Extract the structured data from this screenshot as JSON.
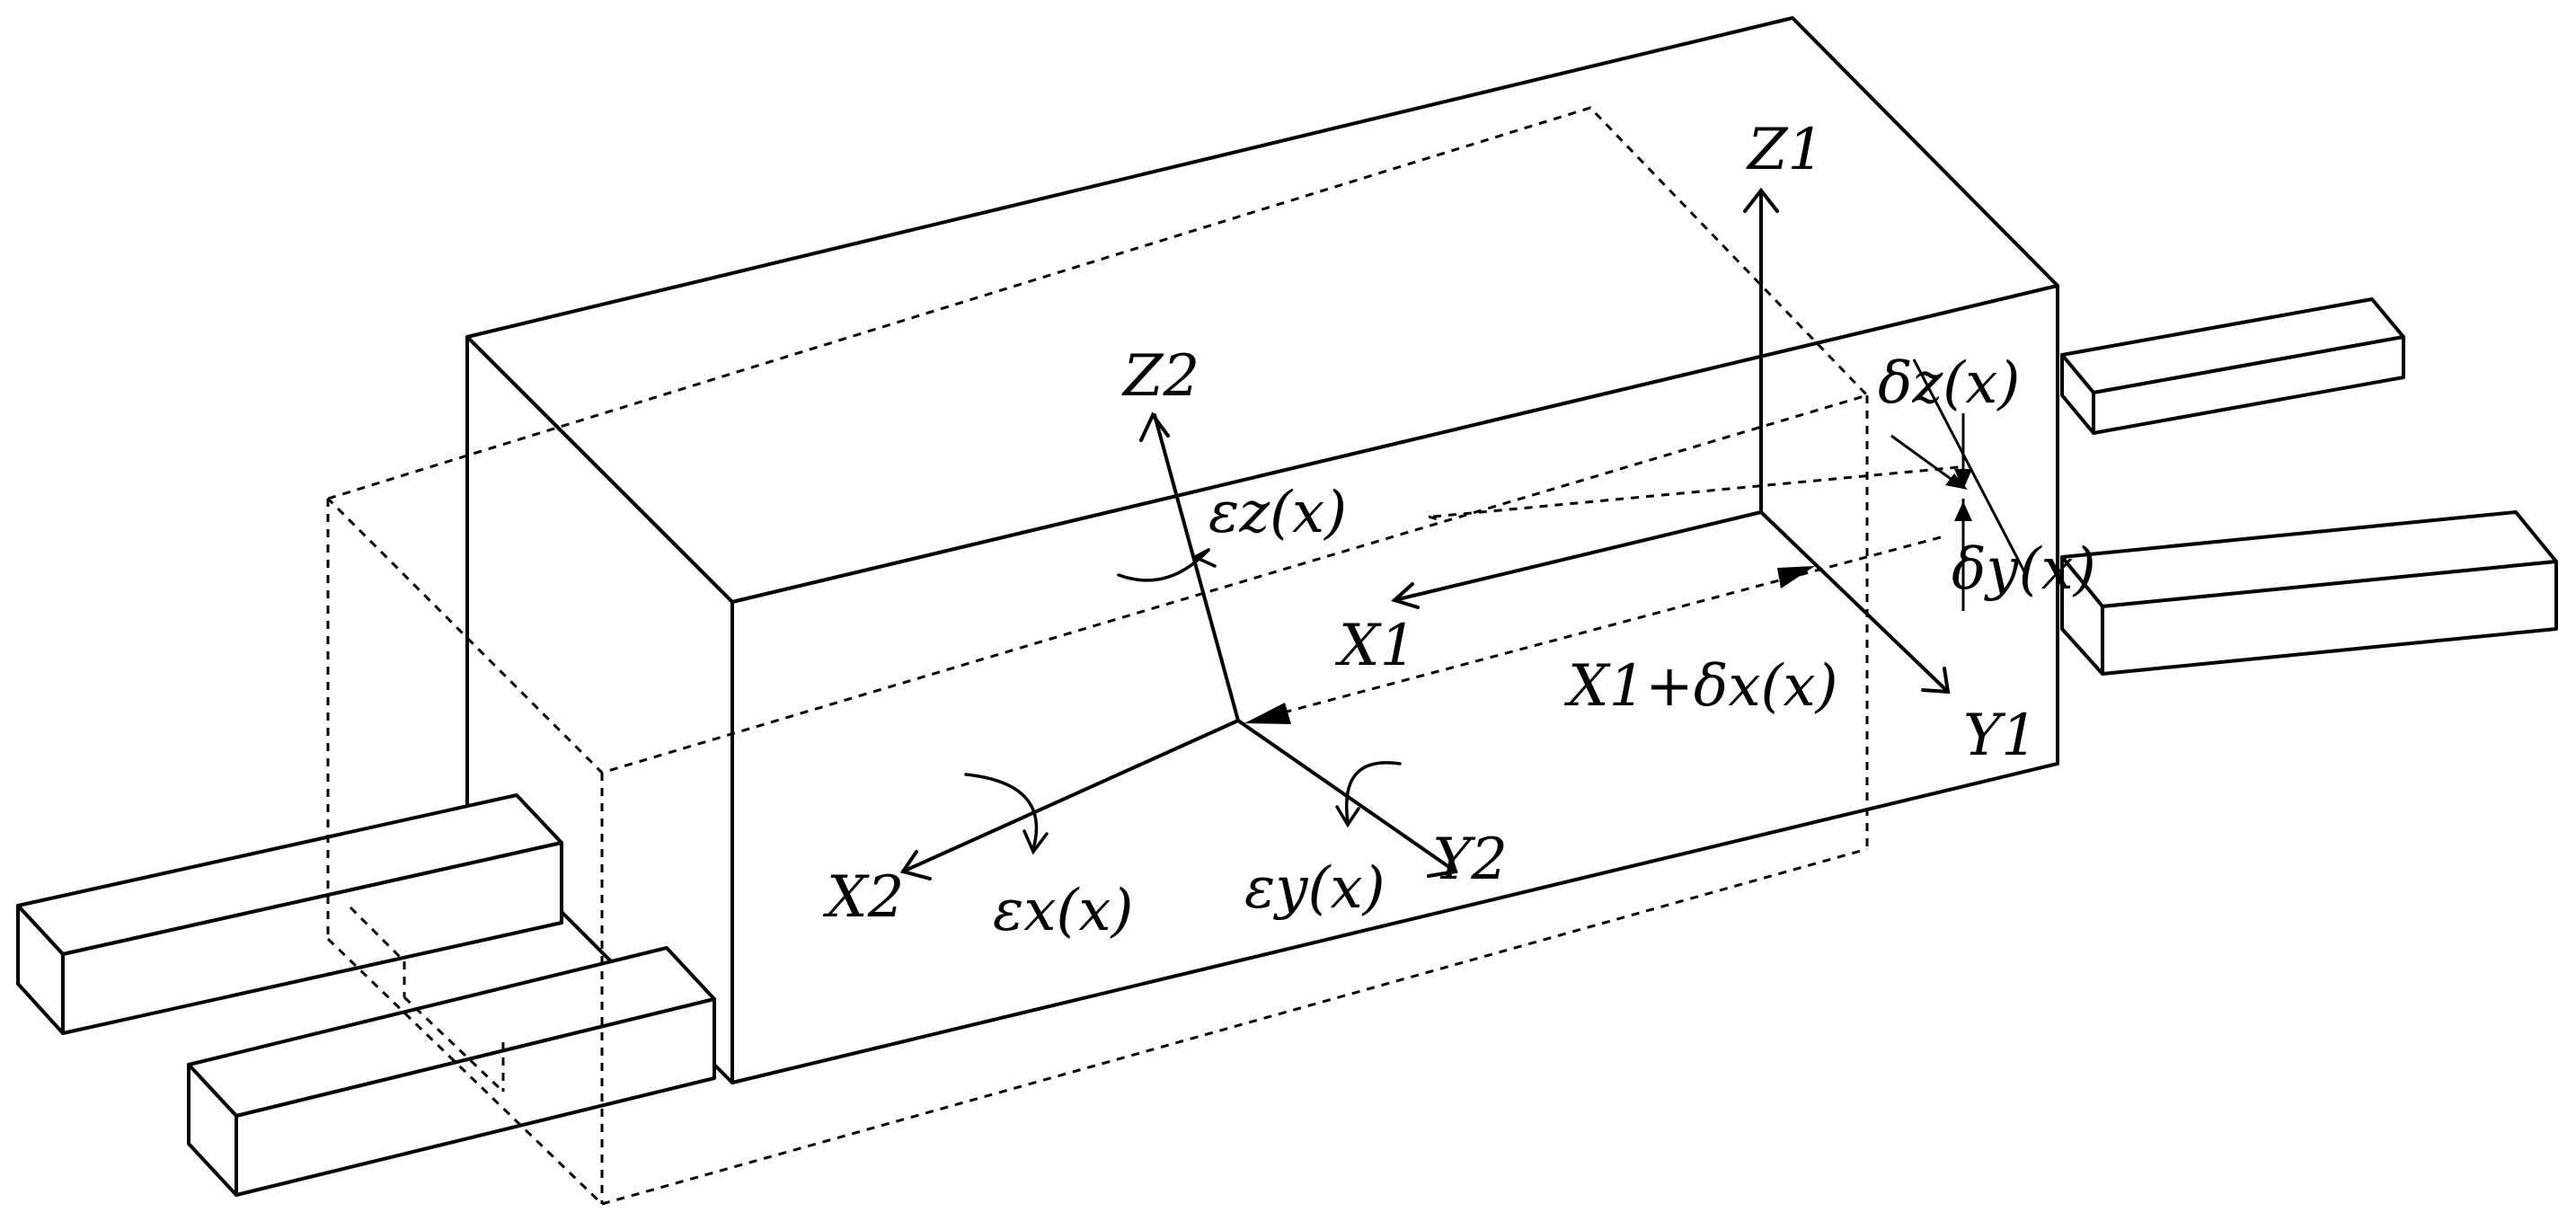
{
  "labels": {
    "z1": "Z1",
    "x1": "X1",
    "y1": "Y1",
    "z2": "Z2",
    "x2": "X2",
    "y2": "Y2",
    "x1_plus_delta_x": "X1+δx(x)",
    "delta_z": "δz(x)",
    "delta_y": "δy(x)",
    "epsilon_x": "εx(x)",
    "epsilon_y": "εy(x)",
    "epsilon_z": "εz(x)"
  }
}
